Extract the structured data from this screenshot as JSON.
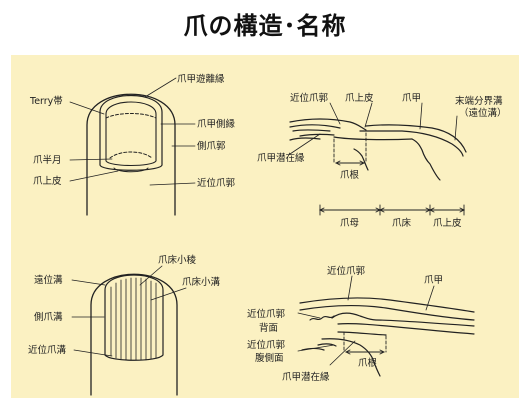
{
  "title": "爪の構造･名称",
  "fig1": {
    "terry": "Terry帯",
    "free_edge": "爪甲遊離縁",
    "lateral_edge": "爪甲側縁",
    "lateral_fold": "側爪郭",
    "lunula": "爪半月",
    "cuticle": "爪上皮",
    "proximal_fold": "近位爪郭"
  },
  "fig2": {
    "proximal_fold": "近位爪郭",
    "cuticle": "爪上皮",
    "plate": "爪甲",
    "terminal_groove": "末端分界溝",
    "terminal_groove_sub": "（遠位溝）",
    "plate_groove": "爪甲潜在縁",
    "root": "爪根",
    "matrix": "爪母",
    "bed": "爪床",
    "cuticle2": "爪上皮"
  },
  "fig3": {
    "ridge": "爪床小稜",
    "distal_groove": "遠位溝",
    "bed_groove": "爪床小溝",
    "lateral_groove": "側爪溝",
    "proximal_groove": "近位爪溝"
  },
  "fig4": {
    "proximal_fold_top": "近位爪郭",
    "plate": "爪甲",
    "proximal_fold": "近位爪郭",
    "dorsal": "背面",
    "proximal_fold2": "近位爪郭",
    "ventral": "腹側面",
    "root": "爪根",
    "plate_groove": "爪甲潜在縁"
  }
}
